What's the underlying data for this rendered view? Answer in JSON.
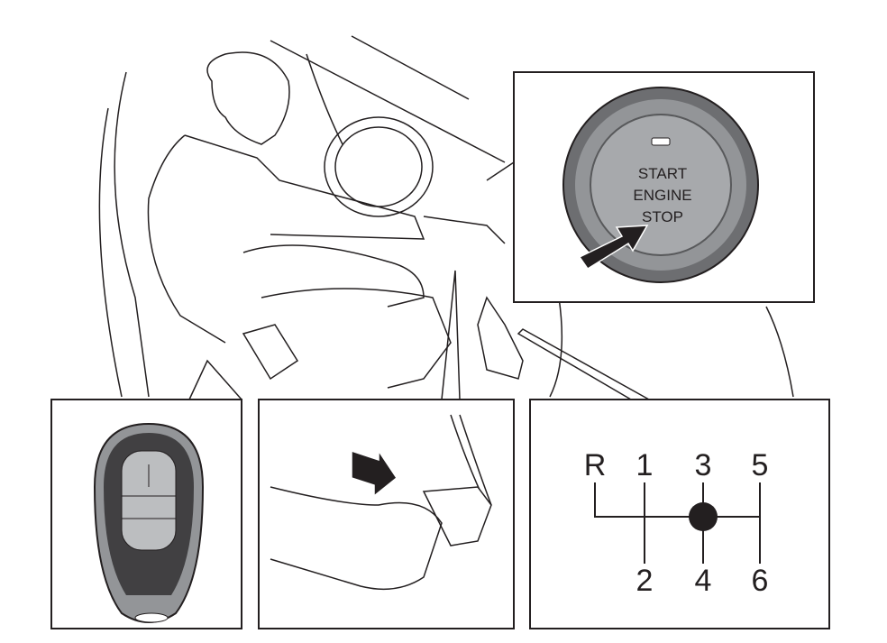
{
  "start_button": {
    "line1": "START",
    "line2": "ENGINE",
    "line3": "STOP"
  },
  "gear_pattern": {
    "top": [
      "R",
      "1",
      "3",
      "5"
    ],
    "bottom": [
      "2",
      "4",
      "6"
    ],
    "selected": "neutral"
  },
  "colors": {
    "ink": "#231f20",
    "button_ring": "#6d6e71",
    "button_face": "#a7a9ac"
  }
}
